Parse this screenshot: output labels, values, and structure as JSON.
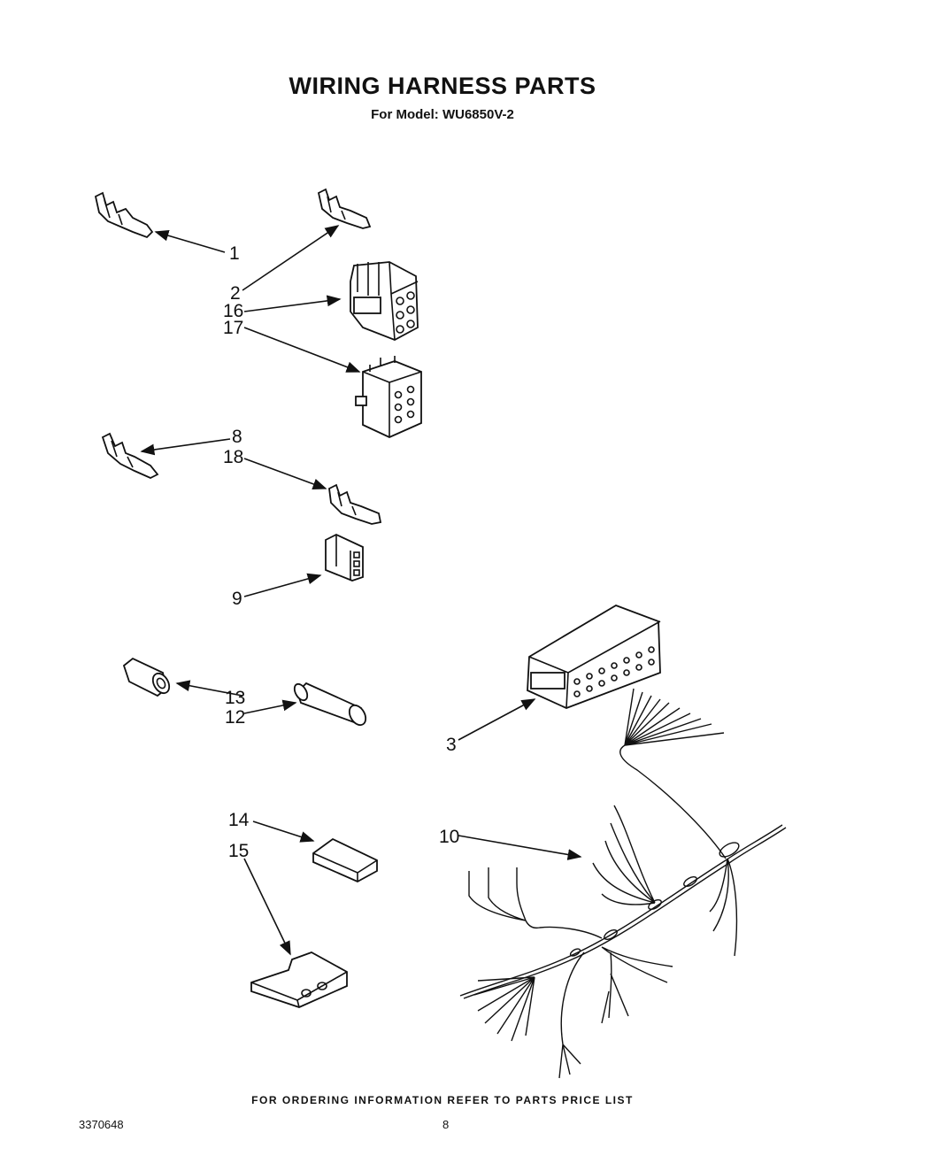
{
  "header": {
    "title": "WIRING HARNESS PARTS",
    "subtitle": "For Model: WU6850V-2"
  },
  "callouts": [
    {
      "id": "c1",
      "label": "1"
    },
    {
      "id": "c2",
      "label": "2"
    },
    {
      "id": "c16",
      "label": "16"
    },
    {
      "id": "c17",
      "label": "17"
    },
    {
      "id": "c8",
      "label": "8"
    },
    {
      "id": "c18",
      "label": "18"
    },
    {
      "id": "c9",
      "label": "9"
    },
    {
      "id": "c13",
      "label": "13"
    },
    {
      "id": "c12",
      "label": "12"
    },
    {
      "id": "c3",
      "label": "3"
    },
    {
      "id": "c14",
      "label": "14"
    },
    {
      "id": "c10",
      "label": "10"
    },
    {
      "id": "c15",
      "label": "15"
    }
  ],
  "footer": {
    "note": "FOR ORDERING INFORMATION REFER TO PARTS PRICE LIST",
    "doc_number": "3370648",
    "page": "8"
  }
}
